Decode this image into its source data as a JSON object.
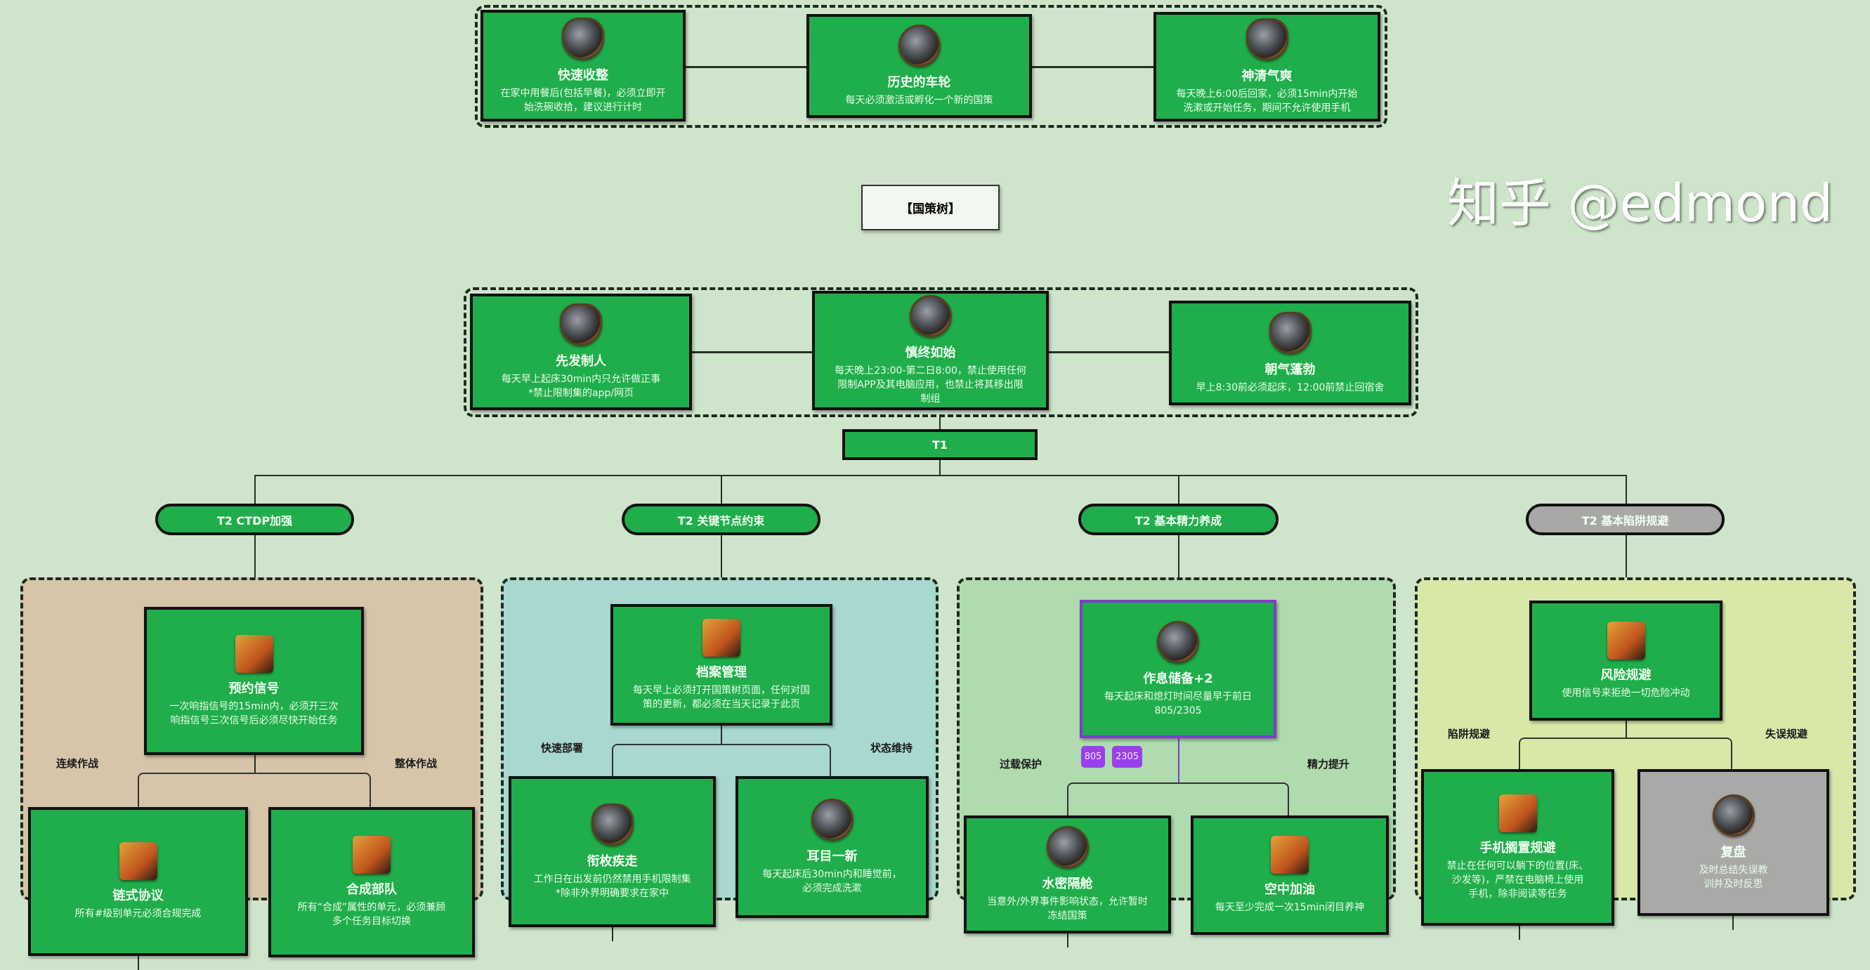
{
  "top_row": [
    {
      "title": "快速收整",
      "desc": "在家中用餐后(包括早餐)，必须立即开\n始洗碗收拾，建议进行计时"
    },
    {
      "title": "历史的车轮",
      "desc": "每天必须激活或孵化一个新的国策"
    },
    {
      "title": "神清气爽",
      "desc": "每天晚上6:00后回家，必须15min内开始\n洗漱或开始任务，期间不允许使用手机"
    }
  ],
  "tree_label": "【国策树】",
  "second_row": [
    {
      "title": "先发制人",
      "desc": "每天早上起床30min内只允许做正事\n*禁止限制集的app/网页"
    },
    {
      "title": "慎终如始",
      "desc": "每天晚上23:00-第二日8:00，禁止使用任何\n限制APP及其电脑应用，也禁止将其移出限\n制组"
    },
    {
      "title": "朝气蓬勃",
      "desc": "早上8:30前必须起床，12:00前禁止回宿舍"
    }
  ],
  "t1": "T1",
  "groups": [
    {
      "pill": "T2 CTDP加强",
      "left_label": "连续作战",
      "right_label": "整体作战",
      "top": {
        "title": "预约信号",
        "desc": "一次响指信号的15min内，必须开三次\n响指信号三次信号后必须尽快开始任务"
      },
      "left": {
        "title": "链式协议",
        "desc": "所有#级别单元必须合规完成"
      },
      "right": {
        "title": "合成部队",
        "desc": "所有“合成”属性的单元，必须兼顾\n多个任务目标切换"
      }
    },
    {
      "pill": "T2 关键节点约束",
      "left_label": "快速部署",
      "right_label": "状态维持",
      "top": {
        "title": "档案管理",
        "desc": "每天早上必须打开国策树页面，任何对国\n策的更新，都必须在当天记录于此页"
      },
      "left": {
        "title": "衔枚疾走",
        "desc": "工作日在出发前仍然禁用手机限制集\n*除非外界明确要求在家中"
      },
      "right": {
        "title": "耳目一新",
        "desc": "每天起床后30min内和睡觉前，\n必须完成洗漱"
      }
    },
    {
      "pill": "T2 基本精力养成",
      "left_label": "过载保护",
      "right_label": "精力提升",
      "badges": [
        "805",
        "2305"
      ],
      "top": {
        "title": "作息储备+2",
        "desc": "每天起床和熄灯时间尽量早于前日\n805/2305"
      },
      "left": {
        "title": "水密隔舱",
        "desc": "当意外/外界事件影响状态，允许暂时\n冻结国策"
      },
      "right": {
        "title": "空中加油",
        "desc": "每天至少完成一次15min闭目养神"
      }
    },
    {
      "pill": "T2 基本陷阱规避",
      "left_label": "陷阱规避",
      "right_label": "失误规避",
      "top": {
        "title": "风险规避",
        "desc": "使用信号来拒绝一切危险冲动"
      },
      "left": {
        "title": "手机搁置规避",
        "desc": "禁止在任何可以躺下的位置(床、\n沙发等)，严禁在电脑椅上使用\n手机，除非阅读等任务"
      },
      "right": {
        "title": "复盘",
        "desc": "及时总结失误教\n训并及时反思"
      }
    }
  ],
  "watermark": "知乎 @edmond",
  "colors": {
    "background": "#cfe5cb",
    "card": "#1fae4b",
    "locked": "#a9aaa8",
    "badge": "#9a3ff0"
  }
}
